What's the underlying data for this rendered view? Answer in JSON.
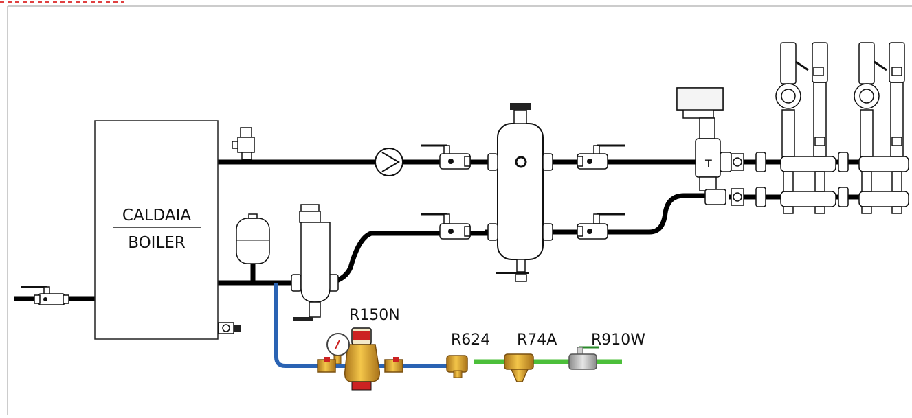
{
  "boiler": {
    "line1": "CALDAIA",
    "line2": "BOILER"
  },
  "codes": {
    "reducer": "R150N",
    "check_valve": "R624",
    "strainer": "R74A",
    "ball_valve": "R910W"
  },
  "colors": {
    "pipe": "#000000",
    "cold_water_pipe": "#2a63b3",
    "supply_pipe": "#4cbf3a",
    "brass": "#e2a82a",
    "accent_red": "#cc2222"
  }
}
